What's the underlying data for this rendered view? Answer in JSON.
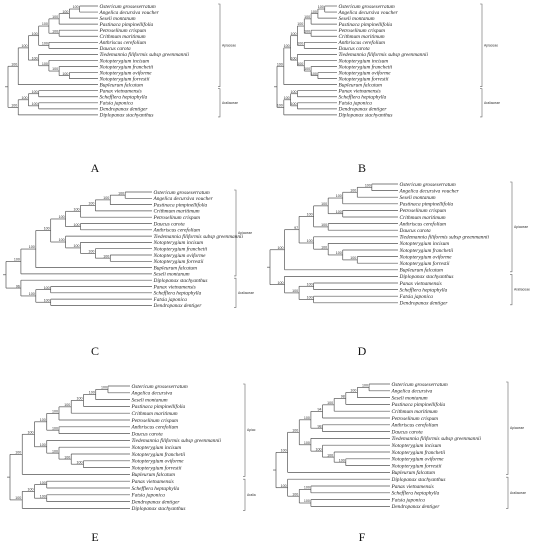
{
  "figure": {
    "panels": [
      {
        "label": "A",
        "taxa": [
          "Ostericum grosseserratum",
          "Angelica decursiva voucher",
          "Seseli montanum",
          "Pastinaca pimpinellifolia",
          "Petroselinum crispum",
          "Crithmum maritimum",
          "Anthriscus cerefolium",
          "Daucus carota",
          "Tiedemannia filiformis subsp greenmannii",
          "Notopterygium incisum",
          "Notopterygium franchetii",
          "Notopterygium oviforme",
          "Notopterygium forrestii",
          "Bupleurum falcatum",
          "Panax vietnamensis",
          "Schefflera heptaphylla",
          "Fatsia japonica",
          "Dendropanax dentiger",
          "Diplopanax stachyanthus"
        ],
        "tree": [
          [
            [
              [
                [
                  [
                    [
                      [
                        0,
                        1
                      ],
                      2
                    ],
                    3
                  ],
                  [
                    4,
                    5
                  ]
                ],
                [
                  6,
                  7
                ]
              ],
              [
                8,
                [
                  9,
                  [
                    10,
                    [
                      11,
                      12
                    ]
                  ]
                ]
              ]
            ],
            13
          ],
          [
            [
              [
                14,
                15
              ],
              [
                16,
                17
              ]
            ],
            18
          ]
        ],
        "supports": [
          "100",
          "100",
          "100",
          "100",
          "100",
          "100",
          "100",
          "100",
          "100",
          "100",
          "100",
          "100",
          "100",
          "100",
          "100",
          "100",
          "100",
          "100"
        ],
        "clades": [
          {
            "name": "Apiaceae",
            "from": 0,
            "to": 13
          },
          {
            "name": "Araliaceae",
            "from": 14,
            "to": 18
          }
        ]
      },
      {
        "label": "B",
        "taxa": [
          "Ostericum grosseserratum",
          "Angelica decursiva voucher",
          "Seseli montanum",
          "Pastinaca pimpinellifolia",
          "Petroselinum crispum",
          "Crithmum maritimum",
          "Anthriscus cerefolium",
          "Daucus carota",
          "Tiedemannia filiformis subsp greenmannii",
          "Notopterygium incisum",
          "Notopterygium franchetii",
          "Notopterygium oviforme",
          "Notopterygium forrestii",
          "Bupleurum falcatum",
          "Panax vietnamensis",
          "Schefflera heptaphylla",
          "Fatsia japonica",
          "Dendropanax dentiger",
          "Diplopanax stachyanthus"
        ],
        "tree": [
          [
            [
              [
                [
                  [
                    [
                      [
                        0,
                        1
                      ],
                      2
                    ],
                    3
                  ],
                  [
                    4,
                    5
                  ]
                ],
                [
                  6,
                  7
                ]
              ],
              [
                8,
                [
                  9,
                  [
                    10,
                    [
                      11,
                      12
                    ]
                  ]
                ]
              ]
            ],
            13
          ],
          [
            [
              [
                14,
                15
              ],
              [
                16,
                17
              ]
            ],
            18
          ]
        ],
        "supports": [
          "100",
          "100",
          "100",
          "100",
          "100",
          "100",
          "100",
          "100",
          "100",
          "100",
          "100",
          "100",
          "100",
          "100",
          "100",
          "100",
          "100",
          "100"
        ],
        "clades": [
          {
            "name": "Apiaceae",
            "from": 0,
            "to": 13
          },
          {
            "name": "Araliaceae",
            "from": 14,
            "to": 18
          }
        ]
      },
      {
        "label": "C",
        "taxa": [
          "Ostericum grosseserratum",
          "Angelica decursiva voucher",
          "Pastinaca pimpinellifolia",
          "Crithmum maritimum",
          "Petroselinum crispum",
          "Daucus carota",
          "Anthriscus cerefolium",
          "Tiedemannia filiformis subsp greenmannii",
          "Notopterygium incisum",
          "Notopterygium franchetii",
          "Notopterygium oviforme",
          "Notopterygium forrestii",
          "Bupleurum falcatum",
          "Seseli montanum",
          "Diplopanax stachyanthus",
          "Panax vietnamensis",
          "Schefflera heptaphylla",
          "Fatsia japonica",
          "Dendropanax dentiger"
        ],
        "tree": [
          [
            [
              [
                [
                  [
                    [
                      [
                        [
                          0,
                          1
                        ],
                        2
                      ],
                      3
                    ],
                    4
                  ],
                  [
                    5,
                    6
                  ]
                ],
                [
                  7,
                  [
                    8,
                    [
                      9,
                      [
                        10,
                        11
                      ]
                    ]
                  ]
                ]
              ],
              12
            ],
            13
          ],
          [
            14,
            [
              [
                15,
                16
              ],
              [
                17,
                18
              ]
            ]
          ]
        ],
        "supports": [
          "100",
          "100",
          "100",
          "100",
          "100",
          "100",
          "100",
          "100",
          "100",
          "100",
          "100",
          "100",
          "100",
          "100",
          "100",
          "100",
          "96",
          "100"
        ],
        "clades": [
          {
            "name": "Apiaceae",
            "from": 0,
            "to": 13
          },
          {
            "name": "Araliaceae",
            "from": 14,
            "to": 18
          }
        ]
      },
      {
        "label": "D",
        "taxa": [
          "Ostericum grosseserratum",
          "Angelica decursiva voucher",
          "Seseli montanum",
          "Pastinaca pimpinellifolia",
          "Petroselinum crispum",
          "Crithmum maritimum",
          "Anthriscus cerefolium",
          "Daucus carota",
          "Tiedemannia filiformis subsp greenmannii",
          "Notopterygium incisum",
          "Notopterygium franchetii",
          "Notopterygium oviforme",
          "Notopterygium forrestii",
          "Bupleurum falcatum",
          "Diplopanax stachyanthus",
          "Panax vietnamensis",
          "Schefflera heptaphylla",
          "Fatsia japonica",
          "Dendropanax dentiger"
        ],
        "tree": [
          [
            [
              [
                [
                  [
                    [
                      [
                        0,
                        1
                      ],
                      2
                    ],
                    3
                  ],
                  [
                    4,
                    5
                  ]
                ],
                [
                  6,
                  7
                ]
              ],
              [
                8,
                [
                  9,
                  [
                    10,
                    [
                      11,
                      12
                    ]
                  ]
                ]
              ]
            ],
            13
          ],
          [
            14,
            [
              [
                15,
                16
              ],
              [
                17,
                18
              ]
            ]
          ]
        ],
        "supports": [
          "100",
          "100",
          "100",
          "100",
          "100",
          "100",
          "100",
          "100",
          "100",
          "100",
          "100",
          "97",
          "100",
          "100",
          "100",
          "100",
          "100",
          "72"
        ],
        "clades": [
          {
            "name": "Apiaceae",
            "from": 0,
            "to": 13
          },
          {
            "name": "Araliaceae",
            "from": 14,
            "to": 18
          }
        ]
      },
      {
        "label": "E",
        "taxa": [
          "Ostericum grosseserratum",
          "Angelica decursiva",
          "Seseli montanum",
          "Pastinaca pimpinellifolia",
          "Crithmum maritimum",
          "Petroselinum crispum",
          "Anthriscus cerefolium",
          "Daucus carota",
          "Tiedemannia filiformis subsp greenmannii",
          "Notopterygium incisum",
          "Notopterygium franchetii",
          "Notopterygium oviforme",
          "Notopterygium forrestii",
          "Bupleurum falcatum",
          "Panax vietnamensis",
          "Schefflera heptaphylla",
          "Fatsia japonica",
          "Dendropanax dentiger",
          "Diplopanax stachyanthus"
        ],
        "tree": [
          [
            [
              [
                [
                  [
                    [
                      [
                        [
                          0,
                          1
                        ],
                        2
                      ],
                      3
                    ],
                    4
                  ],
                  5
                ],
                [
                  6,
                  7
                ]
              ],
              [
                8,
                [
                  9,
                  [
                    10,
                    [
                      11,
                      12
                    ]
                  ]
                ]
              ]
            ],
            13
          ],
          [
            [
              [
                14,
                15
              ],
              [
                16,
                17
              ]
            ],
            18
          ]
        ],
        "supports": [
          "100",
          "100",
          "100",
          "100",
          "100",
          "100",
          "100",
          "100",
          "100",
          "100",
          "100",
          "100",
          "100",
          "100",
          "100",
          "100",
          "100",
          "100"
        ],
        "clades": [
          {
            "name": "Apiac",
            "from": 0,
            "to": 13
          },
          {
            "name": "Aralia",
            "from": 14,
            "to": 18
          }
        ]
      },
      {
        "label": "F",
        "taxa": [
          "Ostericum grosseserratum",
          "Angelica decursiva",
          "Seseli montanum",
          "Pastinaca pimpinellifolia",
          "Crithmum maritimum",
          "Petroselinum crispum",
          "Anthriscus cerefolium",
          "Daucus carota",
          "Tiedemannia filiformis subsp greenmannii",
          "Notopterygium incisum",
          "Notopterygium franchetii",
          "Notopterygium oviforme",
          "Notopterygium forrestii",
          "Bupleurum falcatum",
          "Diplopanax stachyanthus",
          "Panax vietnamensis",
          "Schefflera heptaphylla",
          "Fatsia japonica",
          "Dendropanax dentiger"
        ],
        "tree": [
          [
            [
              [
                [
                  [
                    [
                      [
                        [
                          0,
                          1
                        ],
                        2
                      ],
                      3
                    ],
                    4
                  ],
                  5
                ],
                [
                  6,
                  7
                ]
              ],
              [
                8,
                [
                  9,
                  [
                    10,
                    [
                      11,
                      12
                    ]
                  ]
                ]
              ]
            ],
            13
          ],
          [
            14,
            [
              [
                15,
                16
              ],
              [
                17,
                18
              ]
            ]
          ]
        ],
        "supports": [
          "100",
          "100",
          "98",
          "100",
          "94",
          "98",
          "100",
          "100",
          "100",
          "100",
          "100",
          "100",
          "100",
          "100",
          "100",
          "100",
          "100",
          "86"
        ],
        "clades": [
          {
            "name": "Apiaceae",
            "from": 0,
            "to": 13
          },
          {
            "name": "Araliaceae",
            "from": 14,
            "to": 18
          }
        ]
      }
    ]
  }
}
